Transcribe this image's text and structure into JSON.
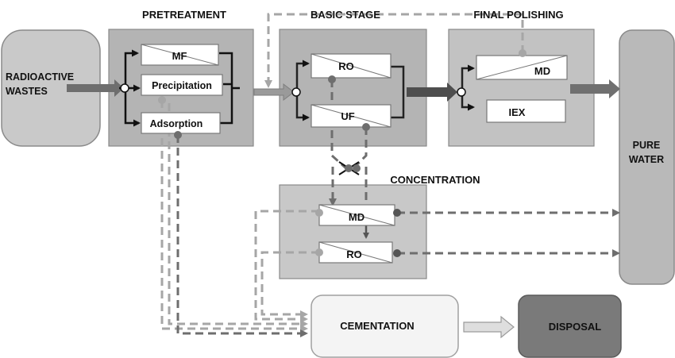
{
  "sections": {
    "pretreatment": "PRETREATMENT",
    "basic_stage": "BASIC STAGE",
    "final_polishing": "FINAL POLISHING",
    "concentration": "CONCENTRATION"
  },
  "nodes": {
    "source": [
      "RADIOACTIVE",
      "WASTES"
    ],
    "mf": "MF",
    "precipitation": "Precipitation",
    "adsorption": "Adsorption",
    "ro_basic": "RO",
    "uf": "UF",
    "md_polish": "MD",
    "iex": "IEX",
    "md_conc": "MD",
    "ro_conc": "RO",
    "pure_water": [
      "PURE",
      "WATER"
    ],
    "cementation": "CEMENTATION",
    "disposal": "DISPOSAL"
  },
  "colors": {
    "stage_box": "#b4b4b4",
    "concentration_box": "#c8c8c8",
    "source_box": "#c9c9c9",
    "pure_water_box": "#b9b9b9",
    "cementation_box": "#f4f4f4",
    "disposal_box": "#7a7a7a",
    "dashed_light": "#a6a6a6",
    "dashed_dark": "#6e6e6e",
    "solid_dark": "#555555"
  }
}
